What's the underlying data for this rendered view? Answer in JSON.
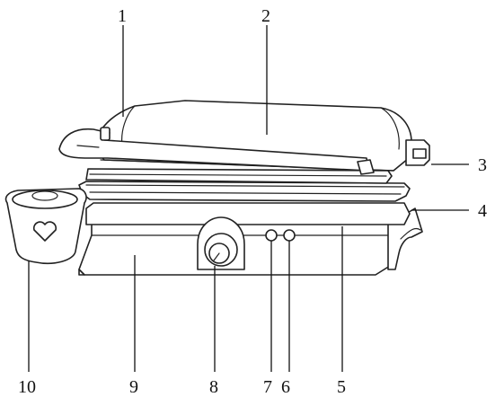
{
  "figure": {
    "subject": "contact grill with numbered parts",
    "callouts": {
      "c1": "1",
      "c2": "2",
      "c3": "3",
      "c4": "4",
      "c5": "5",
      "c6": "6",
      "c7": "7",
      "c8": "8",
      "c9": "9",
      "c10": "10"
    }
  }
}
